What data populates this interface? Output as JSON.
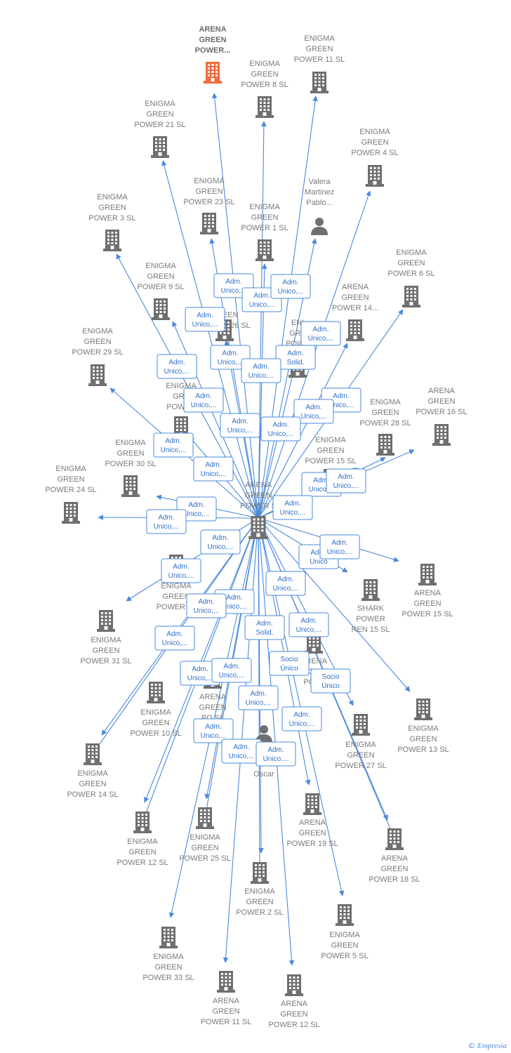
{
  "colors": {
    "edge": "#4a89dc",
    "building": "#6f6f6f",
    "building_focus": "#f26b3a",
    "person": "#6f6f6f",
    "label": "#7a7a7a"
  },
  "center": {
    "name": "ARENA\nGREEN\nPOWER S",
    "icon": "building-icon"
  },
  "nodes": [
    {
      "id": "arena-green-power-top",
      "name": "ARENA\nGREEN\nPOWER...",
      "type": "building",
      "focus": true
    },
    {
      "id": "eg11",
      "name": "ENIGMA\nGREEN\nPOWER 11  SL",
      "type": "building"
    },
    {
      "id": "eg8",
      "name": "ENIGMA\nGREEN\nPOWER 8  SL",
      "type": "building"
    },
    {
      "id": "eg21",
      "name": "ENIGMA\nGREEN\nPOWER 21  SL",
      "type": "building"
    },
    {
      "id": "eg4",
      "name": "ENIGMA\nGREEN\nPOWER 4  SL",
      "type": "building"
    },
    {
      "id": "valera",
      "name": "Valera\nMartinez\nPablo...",
      "type": "person"
    },
    {
      "id": "eg23",
      "name": "ENIGMA\nGREEN\nPOWER 23  SL",
      "type": "building"
    },
    {
      "id": "eg3",
      "name": "ENIGMA\nGREEN\nPOWER 3  SL",
      "type": "building"
    },
    {
      "id": "eg1",
      "name": "ENIGMA\nGREEN\nPOWER 1  SL",
      "type": "building"
    },
    {
      "id": "eg6",
      "name": "ENIGMA\nGREEN\nPOWER 6  SL",
      "type": "building"
    },
    {
      "id": "eg9",
      "name": "ENIGMA\nGREEN\nPOWER 9  SL",
      "type": "building"
    },
    {
      "id": "ag14",
      "name": "ARENA\nGREEN\nPOWER 14...",
      "type": "building"
    },
    {
      "id": "eg26",
      "name": "GREEN\nPOWER 26  SL",
      "type": "building"
    },
    {
      "id": "egx",
      "name": "ENI\nGRE\nPOWE",
      "type": "building"
    },
    {
      "id": "eg29",
      "name": "ENIGMA\nGREEN\nPOWER 29  SL",
      "type": "building"
    },
    {
      "id": "egpow",
      "name": "ENIGMA\nGRE\nPOWER",
      "type": "building"
    },
    {
      "id": "eg28",
      "name": "ENIGMA\nGREEN\nPOWER 28  SL",
      "type": "building"
    },
    {
      "id": "ag16",
      "name": "ARENA\nGREEN\nPOWER 16  SL",
      "type": "building"
    },
    {
      "id": "eg30",
      "name": "ENIGMA\nGREEN\nPOWER 30  SL",
      "type": "building"
    },
    {
      "id": "eg15",
      "name": "ENIGMA\nGREEN\nPOWER 15  SL",
      "type": "building"
    },
    {
      "id": "eg24",
      "name": "ENIGMA\nGREEN\nPOWER 24  SL",
      "type": "building"
    },
    {
      "id": "ag15",
      "name": "ARENA\nGREEN\nPOWER 15  SL",
      "type": "building"
    },
    {
      "id": "eg22",
      "name": "ENIGMA\nGREEN\nPOWER 22",
      "type": "building"
    },
    {
      "id": "shark",
      "name": "SHARK\nPOWER\nREN 15  SL",
      "type": "building"
    },
    {
      "id": "eg31",
      "name": "ENIGMA\nGREEN\nPOWER 31  SL",
      "type": "building"
    },
    {
      "id": "arx",
      "name": "ARENA\nGR\nPOWI",
      "type": "building"
    },
    {
      "id": "ag-sl",
      "name": "ARENA\nGREEN\nPO       SL",
      "type": "building"
    },
    {
      "id": "eg10",
      "name": "ENIGMA\nGREEN\nPOWER 10  SL",
      "type": "building"
    },
    {
      "id": "eg13",
      "name": "ENIGMA\nGREEN\nPOWER 13  SL",
      "type": "building"
    },
    {
      "id": "eg27",
      "name": "ENIGMA\nGREEN\nPOWER 27  SL",
      "type": "building"
    },
    {
      "id": "oscar",
      "name": "Oscar",
      "type": "person"
    },
    {
      "id": "eg14",
      "name": "ENIGMA\nGREEN\nPOWER 14  SL",
      "type": "building"
    },
    {
      "id": "ag19",
      "name": "ARENA\nGREEN\nPOWER 19  SL",
      "type": "building"
    },
    {
      "id": "eg12",
      "name": "ENIGMA\nGREEN\nPOWER 12  SL",
      "type": "building"
    },
    {
      "id": "eg25",
      "name": "ENIGMA\nGREEN\nPOWER 25  SL",
      "type": "building"
    },
    {
      "id": "ag18",
      "name": "ARENA\nGREEN\nPOWER 18  SL",
      "type": "building"
    },
    {
      "id": "eg2",
      "name": "ENIGMA\nGREEN\nPOWER 2  SL",
      "type": "building"
    },
    {
      "id": "eg5",
      "name": "ENIGMA\nGREEN\nPOWER 5  SL",
      "type": "building"
    },
    {
      "id": "eg33",
      "name": "ENIGMA\nGREEN\nPOWER 33  SL",
      "type": "building"
    },
    {
      "id": "ag11",
      "name": "ARENA\nGREEN\nPOWER 11  SL",
      "type": "building"
    },
    {
      "id": "ag12",
      "name": "ARENA\nGREEN\nPOWER 12  SL",
      "type": "building"
    }
  ],
  "relations": [
    "Adm.\nUnico,...",
    "Adm.\nUnico,...",
    "Adm.\nUnico,...",
    "Adm.\nUnico,...",
    "Adm.\nUnico,...",
    "Adm.\nUnico,...",
    "Adm.\nSolid.",
    "Adm.\nUnico,...",
    "Adm.\nUnico,...",
    "Adm.\nUnico,...",
    "Adm.\nUnico,...",
    "Adm.\nUnico,...",
    "Adm.\nUnico,...",
    "Adm.\nUnico,...",
    "Adm.\nUnico,...",
    "Adm.\nUnico,...",
    "Adm.\nUnico,...",
    "Adm.\nUnico,...",
    "Adm.\nUnico,...",
    "Adm.\nUnico,...",
    "Adm.\nUnico",
    "Adm.\nUnico,...",
    "Adm.\nUnico,...",
    "Adm.\nUnico,...",
    "Adm.\nUnico,...",
    "Adm.\nUnico,...",
    "Adm.\nUnico,...",
    "Adm.\nSolid.",
    "Adm.\nUnico,...",
    "Adm.\nUnico,...",
    "Socio\nÚnico",
    "Socio\nÚnico",
    "Adm.\nUnico,...",
    "Adm.\nUnico,...",
    "Adm.\nUnico,...",
    "Adm.\nUnico,...",
    "Adm.\nUnico,...",
    "Adm.\nUnico,...",
    "Adm.\nUnico,...",
    "Adm.\nUnico,..."
  ],
  "footer": {
    "copyright": "©",
    "brand": "Empresia"
  }
}
